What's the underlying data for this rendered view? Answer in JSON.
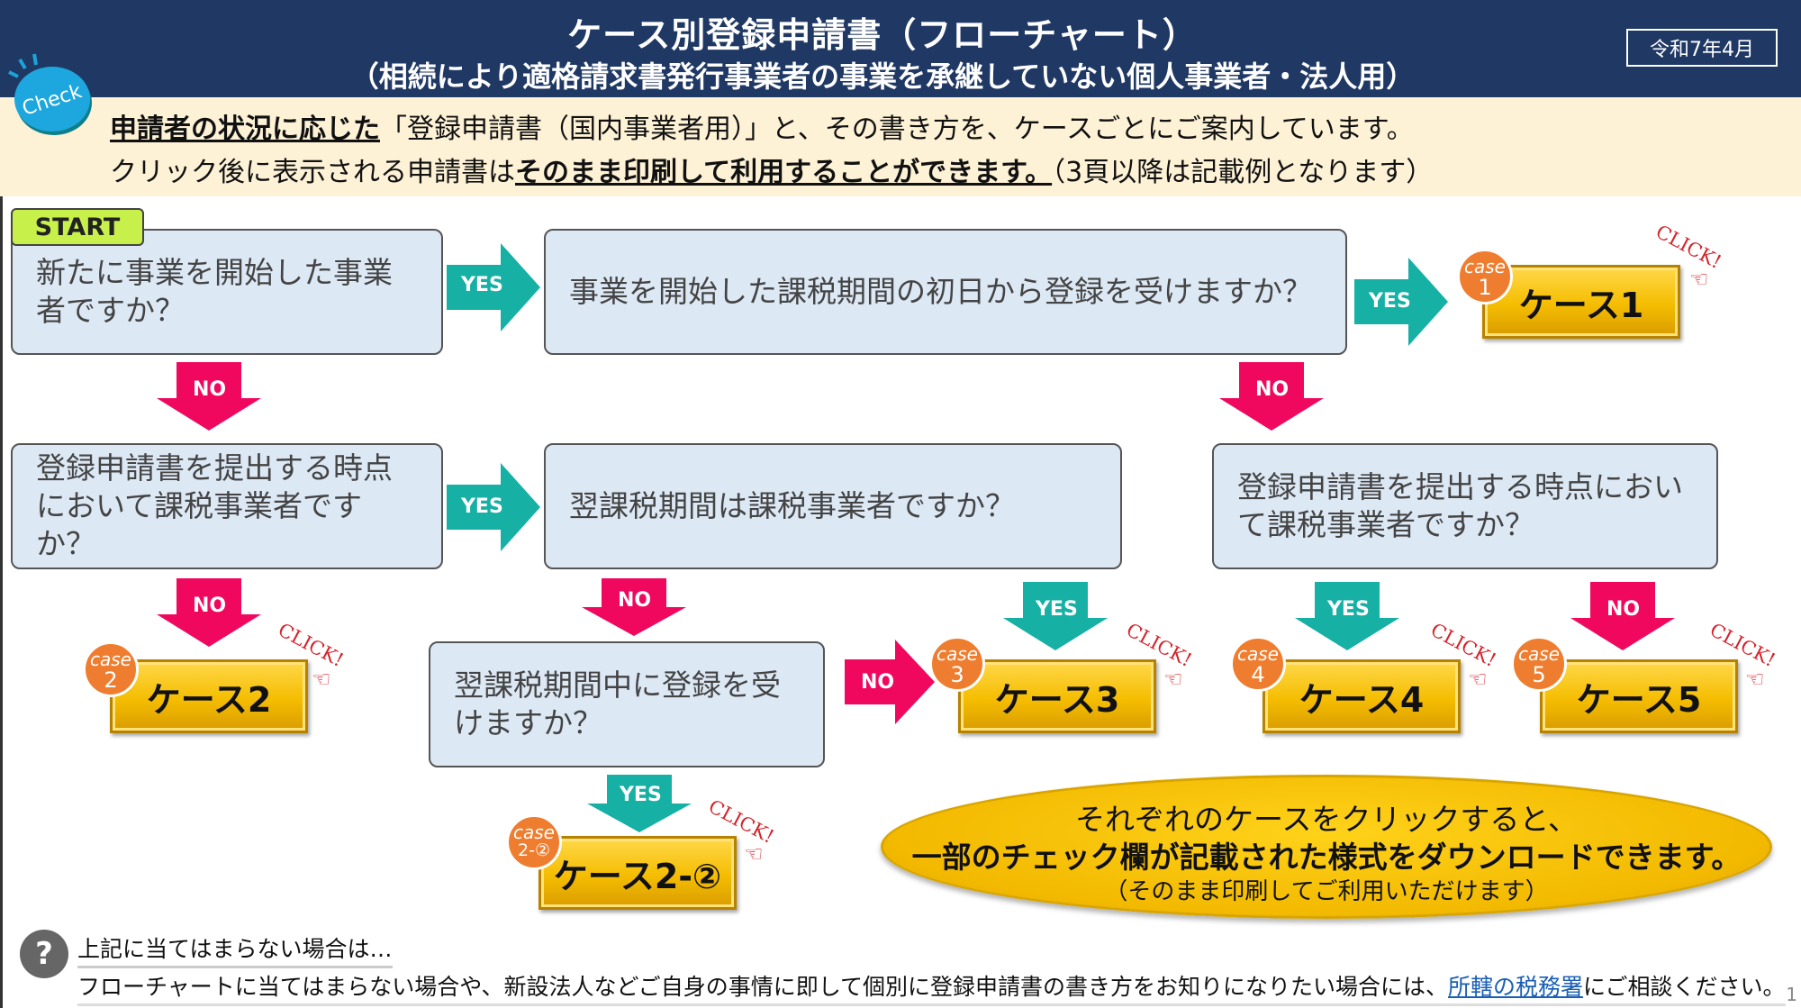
{
  "header": {
    "title": "ケース別登録申請書（フローチャート）",
    "subtitle": "（相続により適格請求書発行事業者の事業を承継していない個人事業者・法人用）",
    "date_badge": "令和7年4月"
  },
  "check_badge": {
    "label": "Check",
    "icon": "check-badge-icon"
  },
  "intro": {
    "line1_emph": "申請者の状況に応じた",
    "line1_rest": "「登録申請書（国内事業者用）」と、その書き方を、ケースごとにご案内しています。",
    "line2_pre": "クリック後に表示される申請書は",
    "line2_emph": "そのまま印刷して利用することができます。",
    "line2_post": "（3頁以降は記載例となります）"
  },
  "flow": {
    "start_label": "START",
    "questions": {
      "q1": "新たに事業を開始した事業者ですか？",
      "q2": "事業を開始した課税期間の初日から登録を受けますか？",
      "q3": "登録申請書を提出する時点において課税事業者ですか？",
      "q4": "翌課税期間は課税事業者ですか？",
      "q5": "登録申請書を提出する時点において課税事業者ですか？",
      "q6": "翌課税期間中に登録を受けますか？"
    },
    "yes_label": "YES",
    "no_label": "NO",
    "colors": {
      "yes": "#17b0a5",
      "no": "#f0085f",
      "box_fill": "#dde8f5",
      "case_button": "#f5bd00",
      "case_badge": "#ef7d2f"
    },
    "cases": [
      {
        "id": "1",
        "label": "ケース1",
        "badge_case": "case",
        "badge_num": "1"
      },
      {
        "id": "2",
        "label": "ケース2",
        "badge_case": "case",
        "badge_num": "2"
      },
      {
        "id": "2-2",
        "label": "ケース2-②",
        "badge_case": "case",
        "badge_num": "2-②"
      },
      {
        "id": "3",
        "label": "ケース3",
        "badge_case": "case",
        "badge_num": "3"
      },
      {
        "id": "4",
        "label": "ケース4",
        "badge_case": "case",
        "badge_num": "4"
      },
      {
        "id": "5",
        "label": "ケース5",
        "badge_case": "case",
        "badge_num": "5"
      }
    ],
    "click_label": "CLICK!",
    "hand_icon": "☜"
  },
  "callout": {
    "line1": "それぞれのケースをクリックすると、",
    "line2": "一部のチェック欄が記載された様式をダウンロードできます。",
    "line3": "（そのまま印刷してご利用いただけます）"
  },
  "footer": {
    "question_icon": "?",
    "heading": "上記に当てはまらない場合は…",
    "body_pre": "フローチャートに当てはまらない場合や、新設法人などご自身の事情に即して個別に登録申請書の書き方をお知りになりたい場合には、",
    "link": "所轄の税務署",
    "body_post": "にご相談ください。",
    "page_number": "1"
  }
}
